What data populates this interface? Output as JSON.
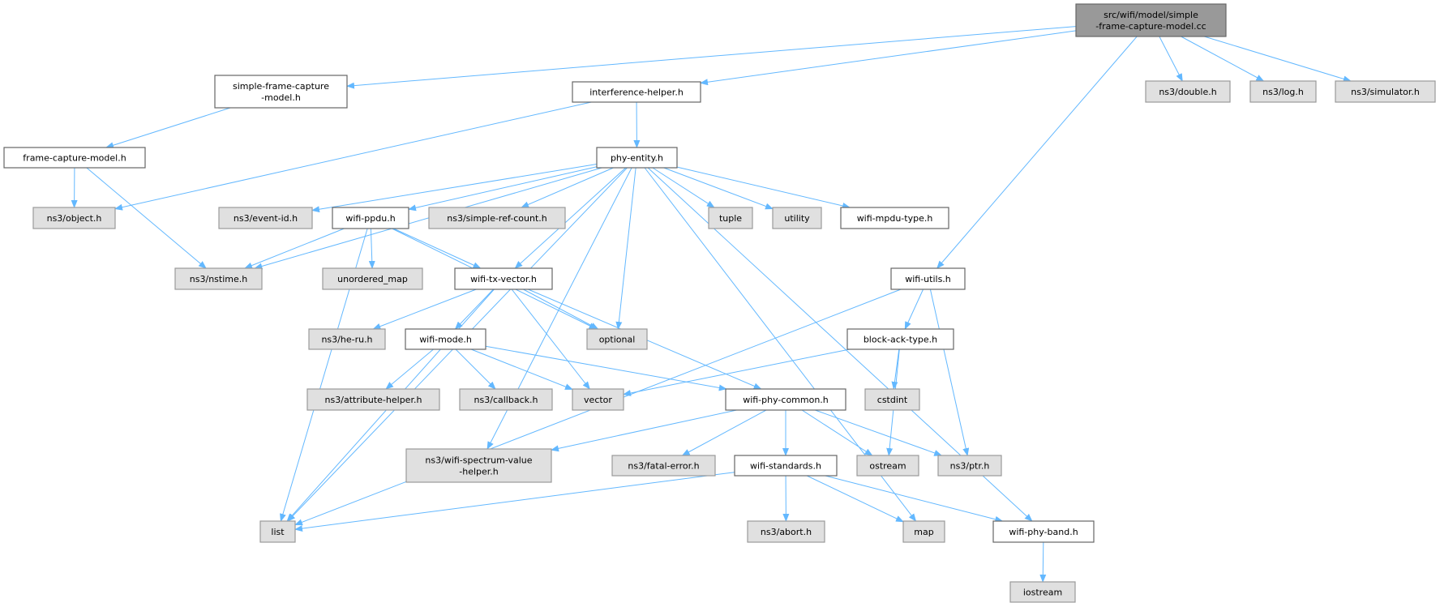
{
  "title": "src/wifi/model/simple-frame-capture-model.cc include dependency graph",
  "colors": {
    "edge": "#63b8ff",
    "root_fill": "#999999",
    "root_border": "#666666",
    "doc_fill": "#ffffff",
    "doc_border": "#666666",
    "ext_fill": "#e0e0e0",
    "ext_border": "#999999"
  },
  "nodes": [
    {
      "id": "root",
      "kind": "root",
      "lines": [
        "src/wifi/model/simple",
        "-frame-capture-model.cc"
      ]
    },
    {
      "id": "sfcm",
      "kind": "doc",
      "lines": [
        "simple-frame-capture",
        "-model.h"
      ]
    },
    {
      "id": "ih",
      "kind": "doc",
      "lines": [
        "interference-helper.h"
      ]
    },
    {
      "id": "double",
      "kind": "ext",
      "lines": [
        "ns3/double.h"
      ]
    },
    {
      "id": "log",
      "kind": "ext",
      "lines": [
        "ns3/log.h"
      ]
    },
    {
      "id": "simulator",
      "kind": "ext",
      "lines": [
        "ns3/simulator.h"
      ]
    },
    {
      "id": "fcm",
      "kind": "doc",
      "lines": [
        "frame-capture-model.h"
      ]
    },
    {
      "id": "phy",
      "kind": "doc",
      "lines": [
        "phy-entity.h"
      ]
    },
    {
      "id": "object",
      "kind": "ext",
      "lines": [
        "ns3/object.h"
      ]
    },
    {
      "id": "eventid",
      "kind": "ext",
      "lines": [
        "ns3/event-id.h"
      ]
    },
    {
      "id": "ppdu",
      "kind": "doc",
      "lines": [
        "wifi-ppdu.h"
      ]
    },
    {
      "id": "src",
      "kind": "ext",
      "lines": [
        "ns3/simple-ref-count.h"
      ]
    },
    {
      "id": "tuple",
      "kind": "ext",
      "lines": [
        "tuple"
      ]
    },
    {
      "id": "utility",
      "kind": "ext",
      "lines": [
        "utility"
      ]
    },
    {
      "id": "mpdutype",
      "kind": "doc",
      "lines": [
        "wifi-mpdu-type.h"
      ]
    },
    {
      "id": "nstime",
      "kind": "ext",
      "lines": [
        "ns3/nstime.h"
      ]
    },
    {
      "id": "umap",
      "kind": "ext",
      "lines": [
        "unordered_map"
      ]
    },
    {
      "id": "txvec",
      "kind": "doc",
      "lines": [
        "wifi-tx-vector.h"
      ]
    },
    {
      "id": "utils",
      "kind": "doc",
      "lines": [
        "wifi-utils.h"
      ]
    },
    {
      "id": "heru",
      "kind": "ext",
      "lines": [
        "ns3/he-ru.h"
      ]
    },
    {
      "id": "mode",
      "kind": "doc",
      "lines": [
        "wifi-mode.h"
      ]
    },
    {
      "id": "optional",
      "kind": "ext",
      "lines": [
        "optional"
      ]
    },
    {
      "id": "bat",
      "kind": "doc",
      "lines": [
        "block-ack-type.h"
      ]
    },
    {
      "id": "attr",
      "kind": "ext",
      "lines": [
        "ns3/attribute-helper.h"
      ]
    },
    {
      "id": "callback",
      "kind": "ext",
      "lines": [
        "ns3/callback.h"
      ]
    },
    {
      "id": "vector",
      "kind": "ext",
      "lines": [
        "vector"
      ]
    },
    {
      "id": "common",
      "kind": "doc",
      "lines": [
        "wifi-phy-common.h"
      ]
    },
    {
      "id": "cstdint",
      "kind": "ext",
      "lines": [
        "cstdint"
      ]
    },
    {
      "id": "spectrum",
      "kind": "ext",
      "lines": [
        "ns3/wifi-spectrum-value",
        "-helper.h"
      ]
    },
    {
      "id": "fatal",
      "kind": "ext",
      "lines": [
        "ns3/fatal-error.h"
      ]
    },
    {
      "id": "standards",
      "kind": "doc",
      "lines": [
        "wifi-standards.h"
      ]
    },
    {
      "id": "ostream",
      "kind": "ext",
      "lines": [
        "ostream"
      ]
    },
    {
      "id": "ptr",
      "kind": "ext",
      "lines": [
        "ns3/ptr.h"
      ]
    },
    {
      "id": "list",
      "kind": "ext",
      "lines": [
        "list"
      ]
    },
    {
      "id": "abort",
      "kind": "ext",
      "lines": [
        "ns3/abort.h"
      ]
    },
    {
      "id": "map",
      "kind": "ext",
      "lines": [
        "map"
      ]
    },
    {
      "id": "band",
      "kind": "doc",
      "lines": [
        "wifi-phy-band.h"
      ]
    },
    {
      "id": "iostream",
      "kind": "ext",
      "lines": [
        "iostream"
      ]
    }
  ],
  "edges": [
    [
      "root",
      "sfcm"
    ],
    [
      "root",
      "ih"
    ],
    [
      "root",
      "utils"
    ],
    [
      "root",
      "double"
    ],
    [
      "root",
      "log"
    ],
    [
      "root",
      "simulator"
    ],
    [
      "sfcm",
      "fcm"
    ],
    [
      "fcm",
      "object"
    ],
    [
      "fcm",
      "nstime"
    ],
    [
      "ih",
      "object"
    ],
    [
      "ih",
      "phy"
    ],
    [
      "phy",
      "list"
    ],
    [
      "phy",
      "nstime"
    ],
    [
      "phy",
      "eventid"
    ],
    [
      "phy",
      "ppdu"
    ],
    [
      "phy",
      "src"
    ],
    [
      "phy",
      "txvec"
    ],
    [
      "phy",
      "optional"
    ],
    [
      "phy",
      "tuple"
    ],
    [
      "phy",
      "utility"
    ],
    [
      "phy",
      "mpdutype"
    ],
    [
      "phy",
      "spectrum"
    ],
    [
      "phy",
      "map"
    ],
    [
      "phy",
      "band"
    ],
    [
      "ppdu",
      "nstime"
    ],
    [
      "ppdu",
      "umap"
    ],
    [
      "ppdu",
      "txvec"
    ],
    [
      "ppdu",
      "list"
    ],
    [
      "ppdu",
      "optional"
    ],
    [
      "txvec",
      "list"
    ],
    [
      "txvec",
      "heru"
    ],
    [
      "txvec",
      "mode"
    ],
    [
      "txvec",
      "optional"
    ],
    [
      "txvec",
      "vector"
    ],
    [
      "txvec",
      "common"
    ],
    [
      "utils",
      "bat"
    ],
    [
      "utils",
      "ptr"
    ],
    [
      "utils",
      "list"
    ],
    [
      "mode",
      "attr"
    ],
    [
      "mode",
      "callback"
    ],
    [
      "mode",
      "vector"
    ],
    [
      "mode",
      "common"
    ],
    [
      "bat",
      "vector"
    ],
    [
      "bat",
      "cstdint"
    ],
    [
      "bat",
      "ostream"
    ],
    [
      "common",
      "spectrum"
    ],
    [
      "common",
      "fatal"
    ],
    [
      "common",
      "standards"
    ],
    [
      "common",
      "ostream"
    ],
    [
      "common",
      "ptr"
    ],
    [
      "standards",
      "list"
    ],
    [
      "standards",
      "abort"
    ],
    [
      "standards",
      "map"
    ],
    [
      "standards",
      "band"
    ],
    [
      "band",
      "iostream"
    ]
  ]
}
